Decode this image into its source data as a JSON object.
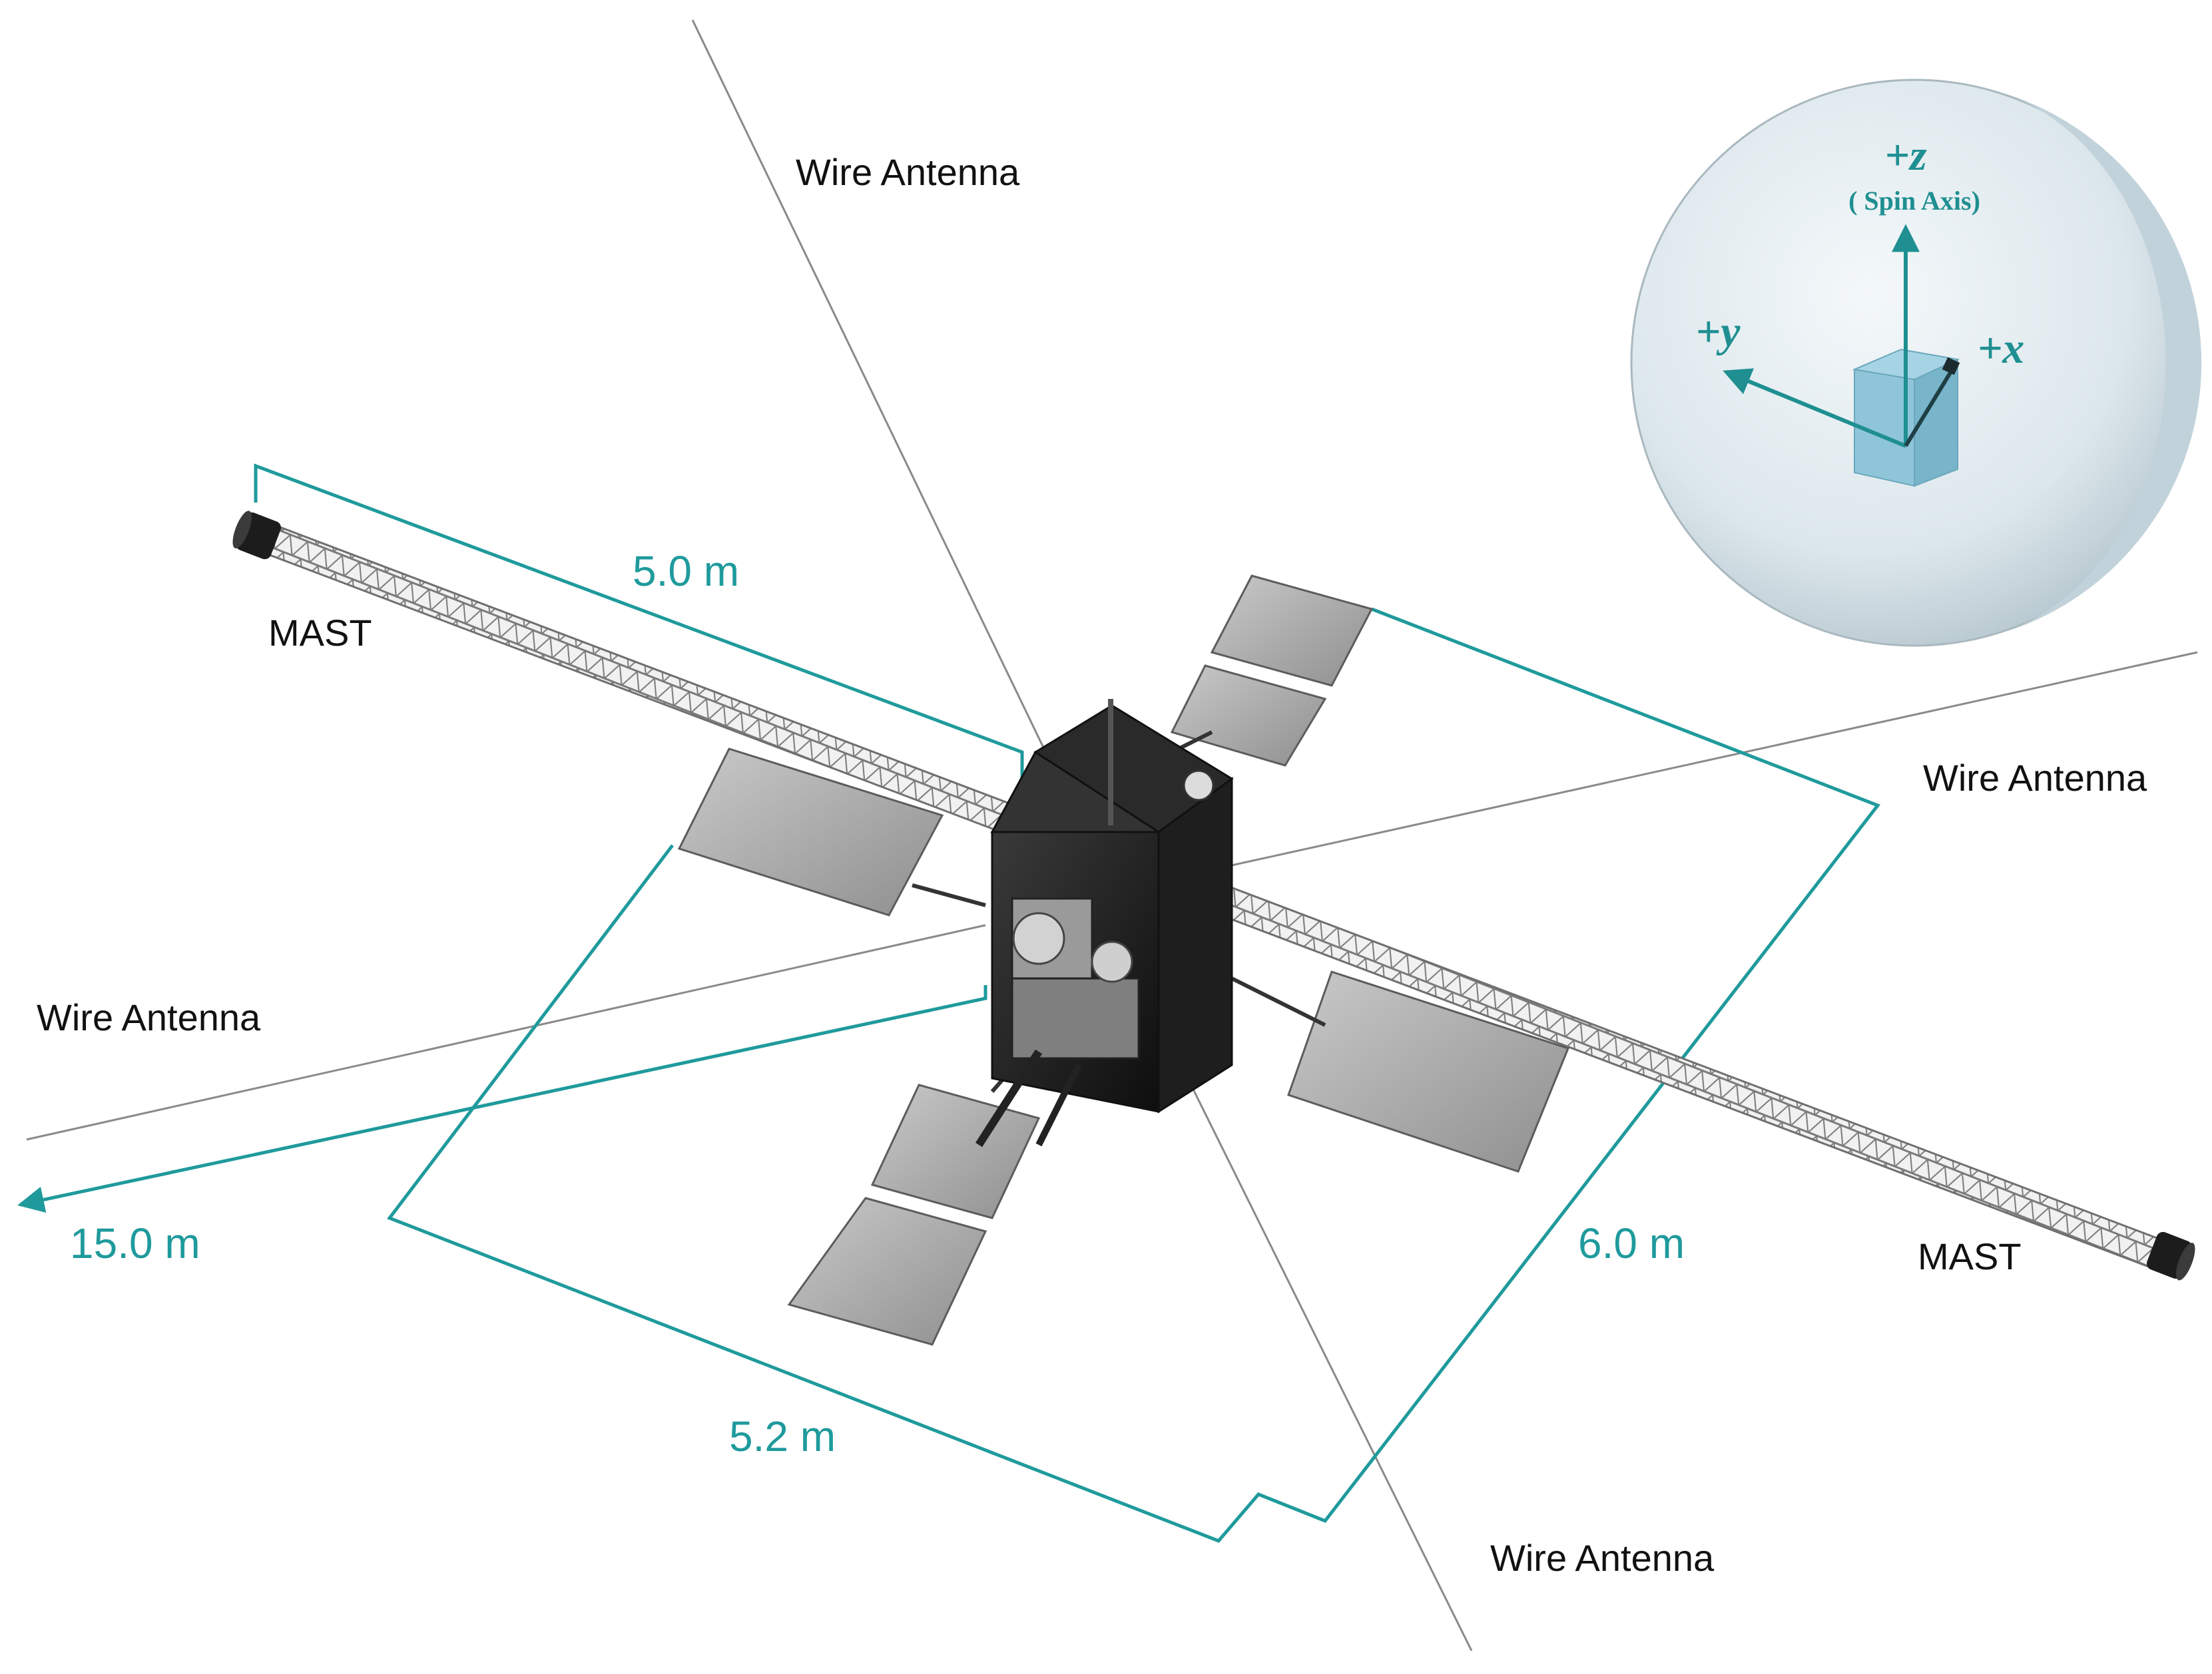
{
  "colors": {
    "accent": "#1f9a9c",
    "line": "#8a8a8a",
    "spacecraft": "#1b1b1b",
    "panel": "#a9a9a9",
    "sphere": "#dfe8ed"
  },
  "labels": {
    "wire_antenna_top": "Wire Antenna",
    "wire_antenna_right": "Wire Antenna",
    "wire_antenna_left": "Wire Antenna",
    "wire_antenna_bottom": "Wire Antenna",
    "mast_left": "MAST",
    "mast_right": "MAST"
  },
  "dimensions": {
    "mast_length": "5.0 m",
    "antenna_length": "15.0 m",
    "panel_span_short": "5.2 m",
    "panel_span_long": "6.0 m"
  },
  "axes": {
    "z": "+z",
    "z_note": "( Spin Axis)",
    "x": "+x",
    "y": "+y"
  }
}
